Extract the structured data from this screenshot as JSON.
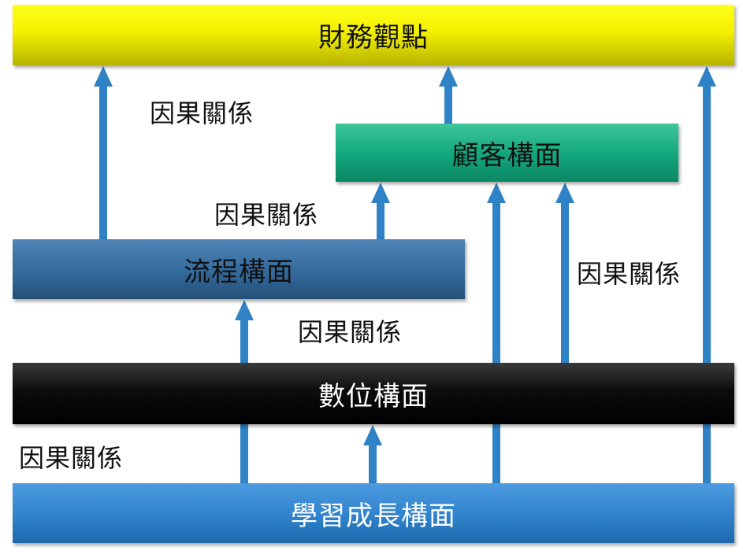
{
  "boxes": {
    "financial": "財務觀點",
    "customer": "顧客構面",
    "process": "流程構面",
    "digital": "數位構面",
    "learning": "學習成長構面"
  },
  "causal_labels": [
    "因果關係",
    "因果關係",
    "因果關係",
    "因果關係",
    "因果關係"
  ],
  "colors": {
    "arrow": "#2e82c5",
    "financial": "#f4f000",
    "customer": "#12a57c",
    "process": "#336a9c",
    "digital": "#000000",
    "learning": "#2f82cc"
  }
}
